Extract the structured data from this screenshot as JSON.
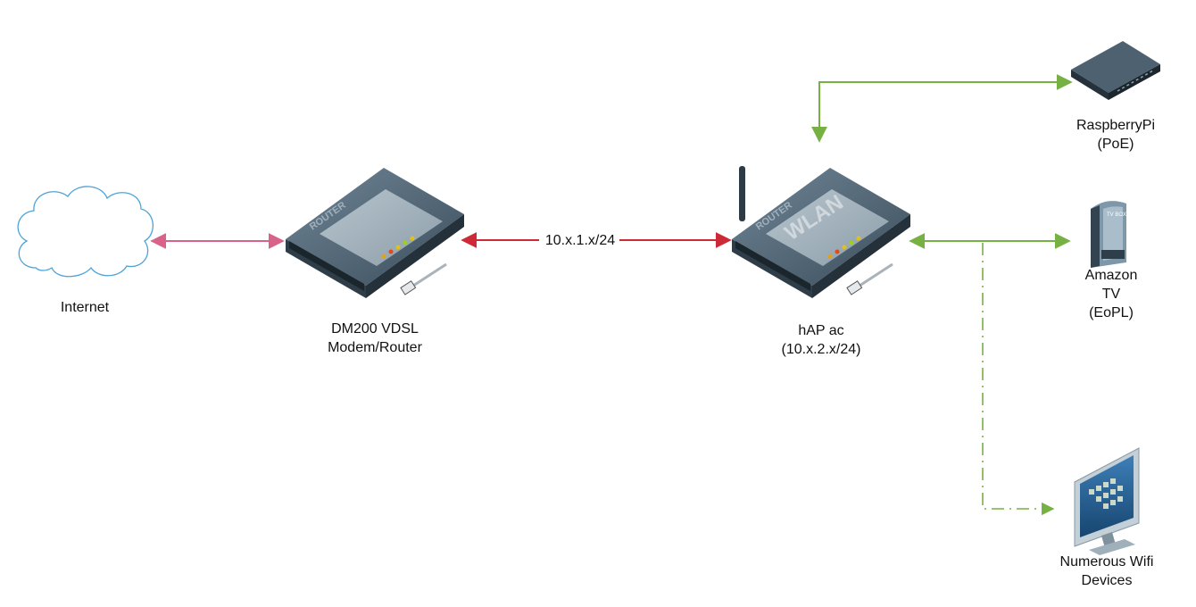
{
  "nodes": {
    "internet": {
      "label": "Internet",
      "icon": "cloud-icon"
    },
    "dm200": {
      "label_line1": "DM200 VDSL",
      "label_line2": "Modem/Router",
      "icon": "router-icon",
      "device_text": "ROUTER"
    },
    "hap": {
      "label_line1": "hAP ac",
      "label_line2": "(10.x.2.x/24)",
      "icon": "wlan-router-icon",
      "device_text_top": "ROUTER",
      "device_text_face": "WLAN"
    },
    "raspberry": {
      "label_line1": "RaspberryPi",
      "label_line2": "(PoE)",
      "icon": "server-box-icon"
    },
    "amazon_tv": {
      "label_line1": "Amazon",
      "label_line2": "TV",
      "label_line3": "(EoPL)",
      "icon": "tv-box-icon",
      "device_text": "TV BOX"
    },
    "wifi_devices": {
      "label_line1": "Numerous Wifi",
      "label_line2": "Devices",
      "icon": "monitor-icon"
    }
  },
  "edges": {
    "internet_to_dm200": {
      "color": "#d9628a",
      "style": "solid"
    },
    "dm200_to_hap": {
      "label": "10.x.1.x/24",
      "color": "#cc2a36",
      "style": "solid"
    },
    "hap_to_raspberry": {
      "color": "#77b043",
      "style": "solid"
    },
    "hap_to_amazon_tv": {
      "color": "#77b043",
      "style": "solid"
    },
    "hap_to_wifi_devices": {
      "color": "#77b043",
      "style": "dash-dot"
    }
  }
}
